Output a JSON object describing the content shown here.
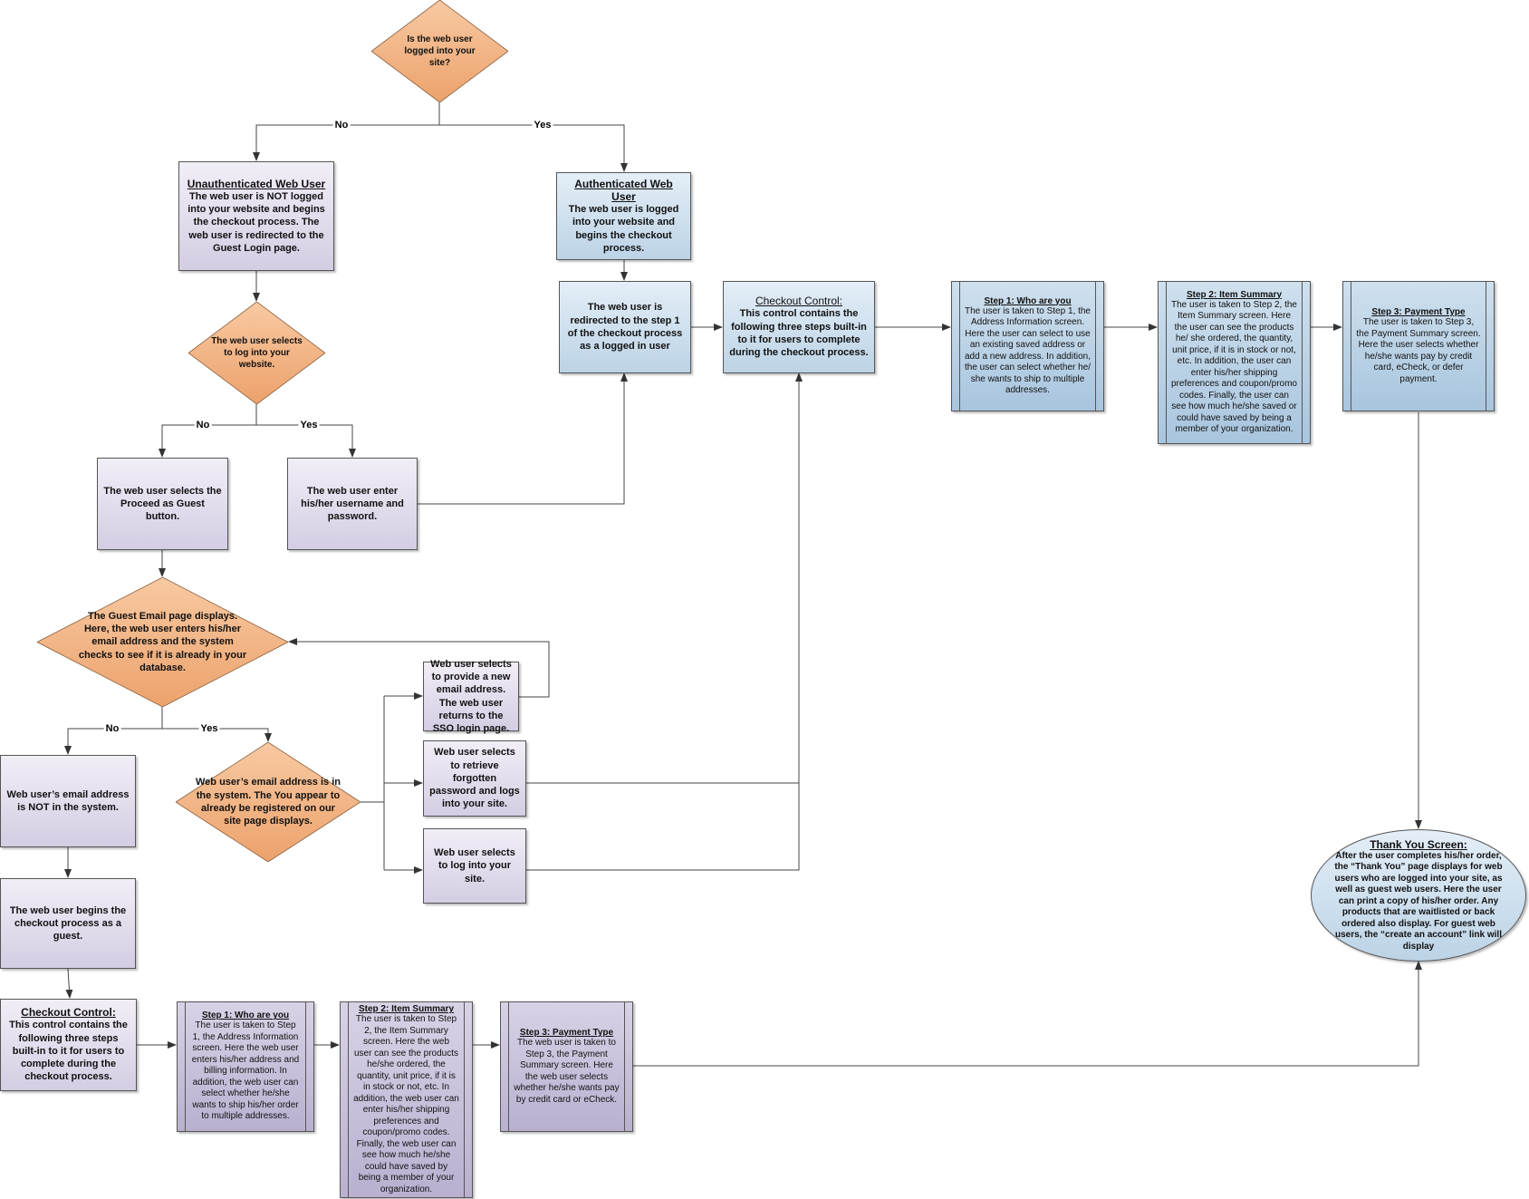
{
  "diagram": {
    "nodes": {
      "q_logged_in": {
        "text": "Is the web user logged into your site?"
      },
      "unauth": {
        "title": "Unauthenticated Web User",
        "body": "The web user is NOT logged into your website and begins the checkout process. The web user is redirected to the Guest Login page."
      },
      "auth": {
        "title": "Authenticated Web User",
        "body": "The web user is logged into your website and begins the checkout process."
      },
      "q_select_login": {
        "text": "The web user selects to log into your website."
      },
      "redirected": {
        "text": "The web user is redirected to the step 1 of the checkout process as a logged in user"
      },
      "checkout_auth": {
        "title": "Checkout Control:",
        "body": "This control contains the following three steps built-in to it for users to complete during the checkout process."
      },
      "auth_step1": {
        "title": "Step 1: Who are you",
        "body": "The user is taken to Step 1, the Address Information screen. Here the user can select to use an existing saved address or add a new address. In addition, the user can select whether he/ she wants to ship to multiple addresses."
      },
      "auth_step2": {
        "title": "Step 2: Item Summary",
        "body": "The user is taken to Step 2, the Item Summary screen. Here the user can see the products he/ she ordered, the quantity, unit price, if it is in stock or not, etc. In addition, the user can enter his/her shipping preferences and coupon/promo codes. Finally, the user can see how much he/she saved or could have saved by being a member of your organization."
      },
      "auth_step3": {
        "title": "Step 3: Payment Type",
        "body": "The user is taken to Step 3, the Payment Summary screen. Here the user selects whether he/she wants pay by credit card, eCheck, or defer payment."
      },
      "proceed_guest": {
        "text": "The web user selects the Proceed as Guest button."
      },
      "enter_credentials": {
        "text": "The web user enter his/her username and password."
      },
      "q_guest_email": {
        "text": "The Guest Email page displays. Here, the web user enters his/her email address and the system checks to see if it is already in your database."
      },
      "new_email": {
        "text": "Web user selects to provide a new email address. The web user returns to the SSO login page."
      },
      "retrieve_pw": {
        "text": "Web user selects to retrieve forgotten password and logs into your site."
      },
      "log_in_site": {
        "text": "Web user selects to log into your site."
      },
      "email_not_in": {
        "text": "Web user’s email address is NOT in the system."
      },
      "q_email_in": {
        "text": "Web user’s email address is in the system. The You appear to already be registered on our site page displays."
      },
      "begin_guest": {
        "text": "The web user begins the checkout process as a guest."
      },
      "checkout_guest": {
        "title": "Checkout Control:",
        "body": "This control contains the following three steps built-in to it for users to complete during the checkout process."
      },
      "guest_step1": {
        "title": "Step 1: Who are you",
        "body": "The user is taken to Step 1, the Address Information screen. Here the web user enters his/her address and billing information. In addition, the web user can select whether he/she wants to ship his/her order to multiple addresses."
      },
      "guest_step2": {
        "title": "Step 2: Item Summary",
        "body": "The user is taken to Step 2, the Item Summary screen. Here the web user can see the products he/she ordered, the quantity, unit price, if it is in stock or not, etc. In addition, the web user can enter his/her shipping preferences and coupon/promo codes. Finally, the web user can see how much he/she could have saved by being a member of your organization."
      },
      "guest_step3": {
        "title": "Step 3: Payment Type",
        "body": "The web user is taken to Step 3, the Payment Summary screen. Here the web user selects whether he/she wants pay by credit card or eCheck."
      },
      "thank_you": {
        "title": "Thank You Screen:",
        "body": "After the user completes his/her order, the “Thank You” page displays for web users who are logged into your site, as well as guest web users. Here the user can print a copy of his/her order. Any products that are waitlisted or back ordered also display. For guest web users, the “create an account” link will display"
      }
    },
    "edge_labels": {
      "login_no": "No",
      "login_yes": "Yes",
      "select_no": "No",
      "select_yes": "Yes",
      "email_no": "No",
      "email_yes": "Yes"
    },
    "colors": {
      "decision": "#f4b183",
      "decision_border": "#a0704a",
      "line": "#444444"
    }
  }
}
